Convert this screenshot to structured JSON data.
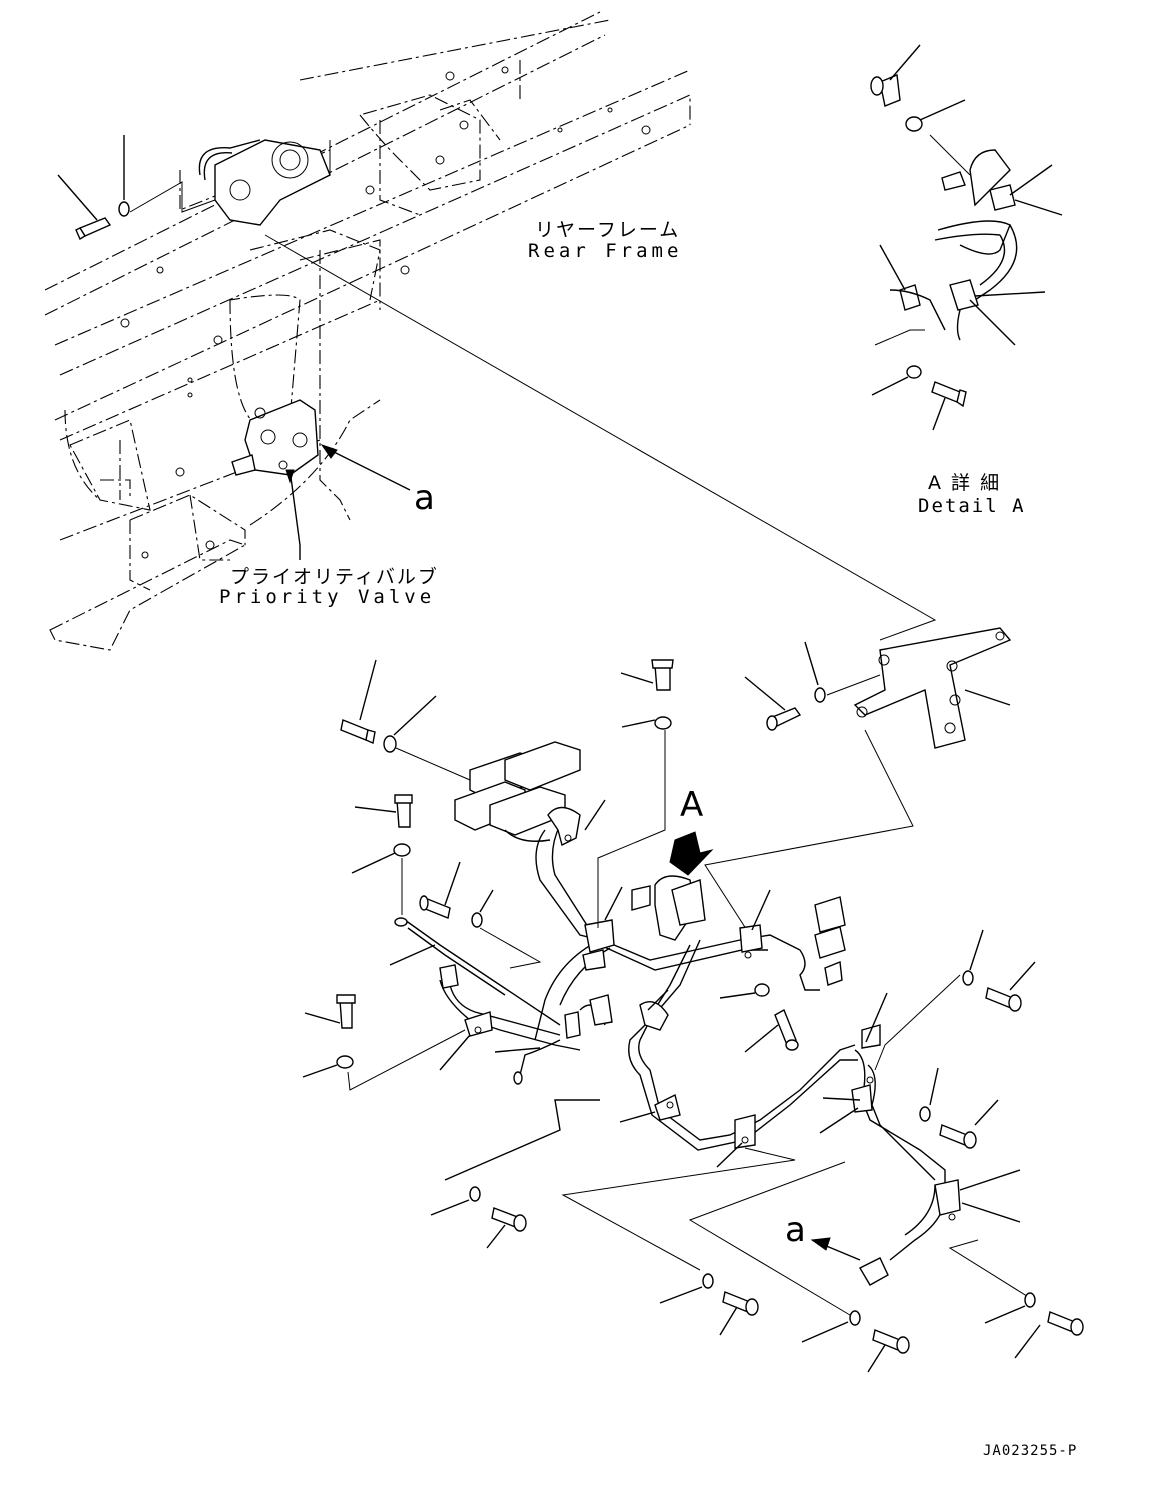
{
  "labels": {
    "rear_frame_jp": "リヤーフレーム",
    "rear_frame_en": "Rear Frame",
    "priority_valve_jp": "プライオリティバルブ",
    "priority_valve_en": "Priority Valve",
    "detail_a_jp": "A 詳 細",
    "detail_a_en": "Detail A",
    "view_a": "A",
    "ref_a_top": "a",
    "ref_a_bottom": "a",
    "drawing_code": "JA023255-P"
  }
}
